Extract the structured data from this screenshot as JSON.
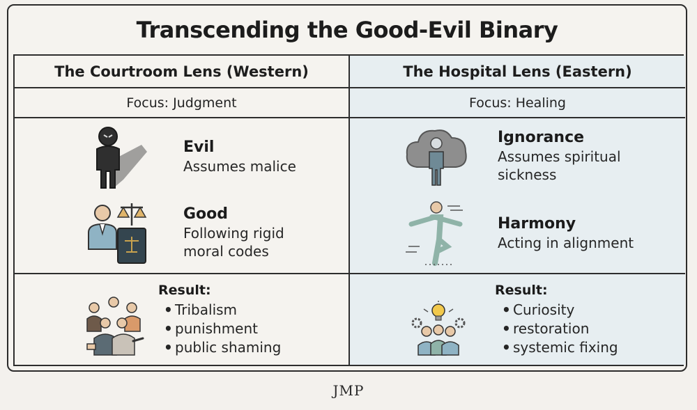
{
  "title": "Transcending the Good-Evil Binary",
  "columns": [
    {
      "header": "The Courtroom Lens (Western)",
      "focus": "Focus: Judgment",
      "items": [
        {
          "title": "Evil",
          "description": [
            "Assumes malice"
          ],
          "icon": "shadow-figure-icon"
        },
        {
          "title": "Good",
          "description": [
            "Following rigid",
            "moral codes"
          ],
          "icon": "judge-scales-icon"
        }
      ],
      "result_label": "Result:",
      "results": [
        "Tribalism",
        "punishment",
        "public shaming"
      ],
      "result_icon": "pointing-crowd-icon"
    },
    {
      "header": "The Hospital Lens (Eastern)",
      "focus": "Focus: Healing",
      "items": [
        {
          "title": "Ignorance",
          "description": [
            "Assumes spiritual",
            "sickness"
          ],
          "icon": "cloud-figure-icon"
        },
        {
          "title": "Harmony",
          "description": [
            "Acting in alignment"
          ],
          "icon": "balancing-figure-icon"
        }
      ],
      "result_label": "Result:",
      "results": [
        "Curiosity",
        "restoration",
        "systemic fixing"
      ],
      "result_icon": "lightbulb-team-icon"
    }
  ],
  "logo": "JMP",
  "colors": {
    "right_column_bg": "#e7eef1",
    "border": "#2d2d2d",
    "background": "#f5f3ef"
  }
}
